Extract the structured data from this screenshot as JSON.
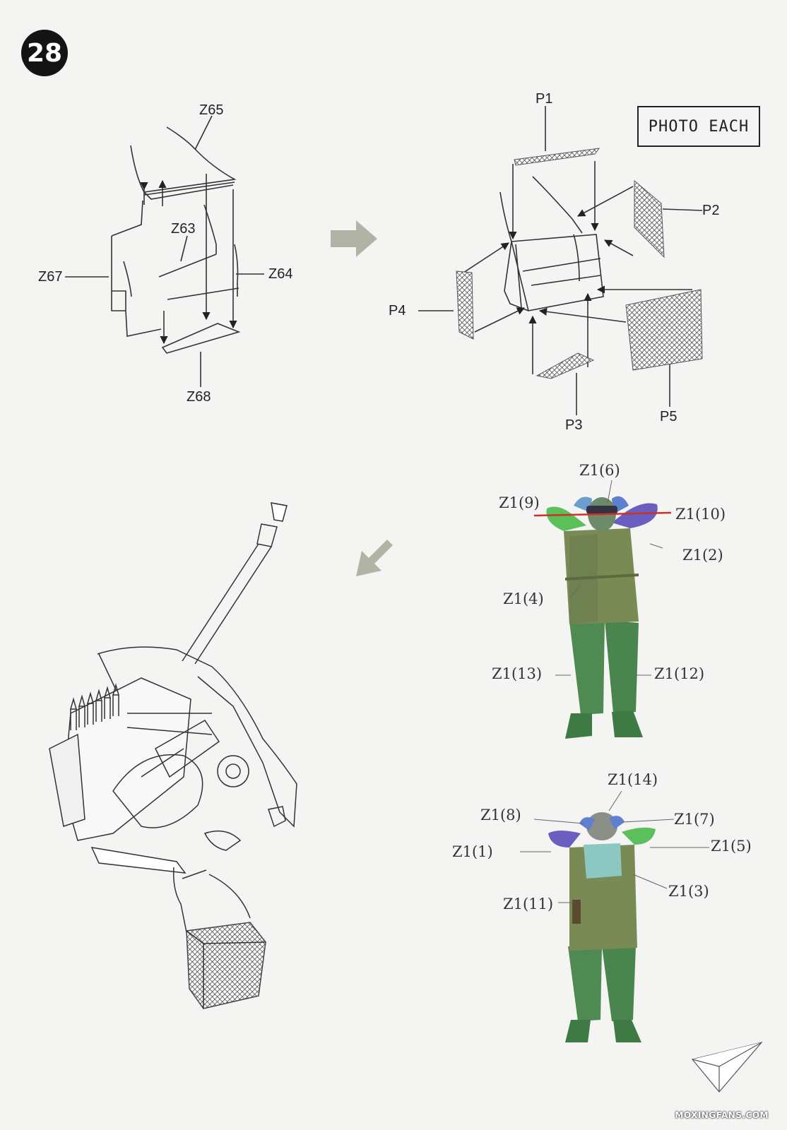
{
  "step": {
    "number": "28"
  },
  "photo_box": {
    "text": "PHOTO EACH"
  },
  "frame_labels": {
    "z65": "Z65",
    "z63": "Z63",
    "z67": "Z67",
    "z64": "Z64",
    "z68": "Z68"
  },
  "mesh_labels": {
    "p1": "P1",
    "p2": "P2",
    "p3": "P3",
    "p4": "P4",
    "p5": "P5"
  },
  "figure1_labels": {
    "z1_6": "Z1(6)",
    "z1_9": "Z1(9)",
    "z1_10": "Z1(10)",
    "z1_2": "Z1(2)",
    "z1_4": "Z1(4)",
    "z1_13": "Z1(13)",
    "z1_12": "Z1(12)"
  },
  "figure2_labels": {
    "z1_14": "Z1(14)",
    "z1_8": "Z1(8)",
    "z1_7": "Z1(7)",
    "z1_1": "Z1(1)",
    "z1_5": "Z1(5)",
    "z1_3": "Z1(3)",
    "z1_11": "Z1(11)"
  },
  "watermark": {
    "text": "MOXINGFANS.COM"
  },
  "colors": {
    "mesh": "#555555",
    "figure_green": "#5aa05a",
    "figure_blue": "#6a5fc0",
    "figure_olive": "#7a8a55",
    "binocular_line": "#cc3322",
    "arrow_gray": "#a8ad9c"
  }
}
